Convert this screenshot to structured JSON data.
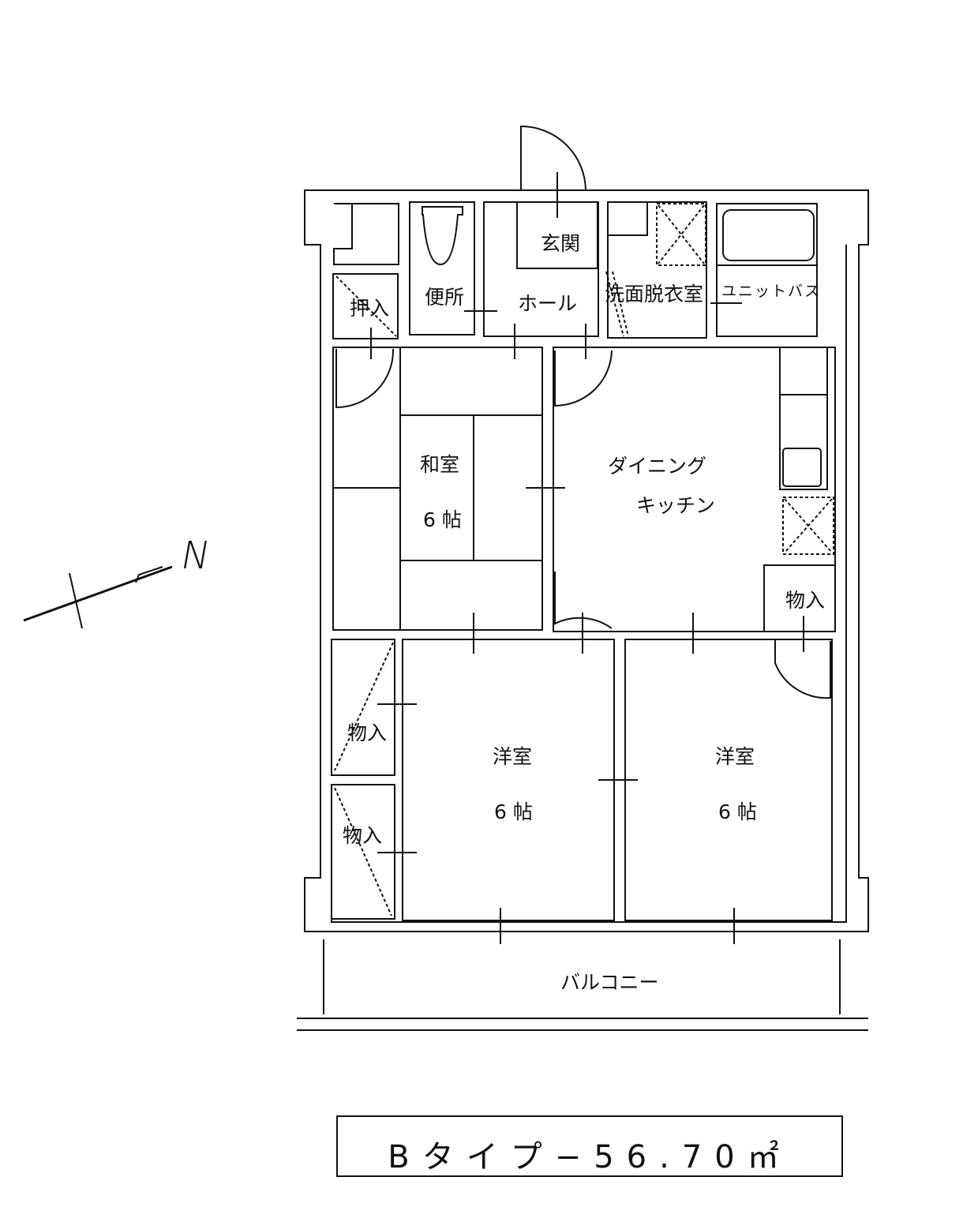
{
  "plan": {
    "rooms": {
      "entrance": "玄関",
      "toilet": "便所",
      "hall": "ホール",
      "washroom": "洗面脱衣室",
      "unit_bath": "ユニットバス",
      "oshiire": "押入",
      "washitsu": "和室",
      "washitsu_size": "6 帖",
      "dining": "ダイニング",
      "kitchen": "キッチン",
      "storage_kitchen": "物入",
      "storage_left_1": "物入",
      "storage_left_2": "物入",
      "youshitsu_left": "洋室",
      "youshitsu_left_size": "6 帖",
      "youshitsu_right": "洋室",
      "youshitsu_right_size": "6 帖",
      "balcony": "バルコニー"
    },
    "north_label": "N",
    "type_label": "Bタイプ−56.70㎡"
  }
}
